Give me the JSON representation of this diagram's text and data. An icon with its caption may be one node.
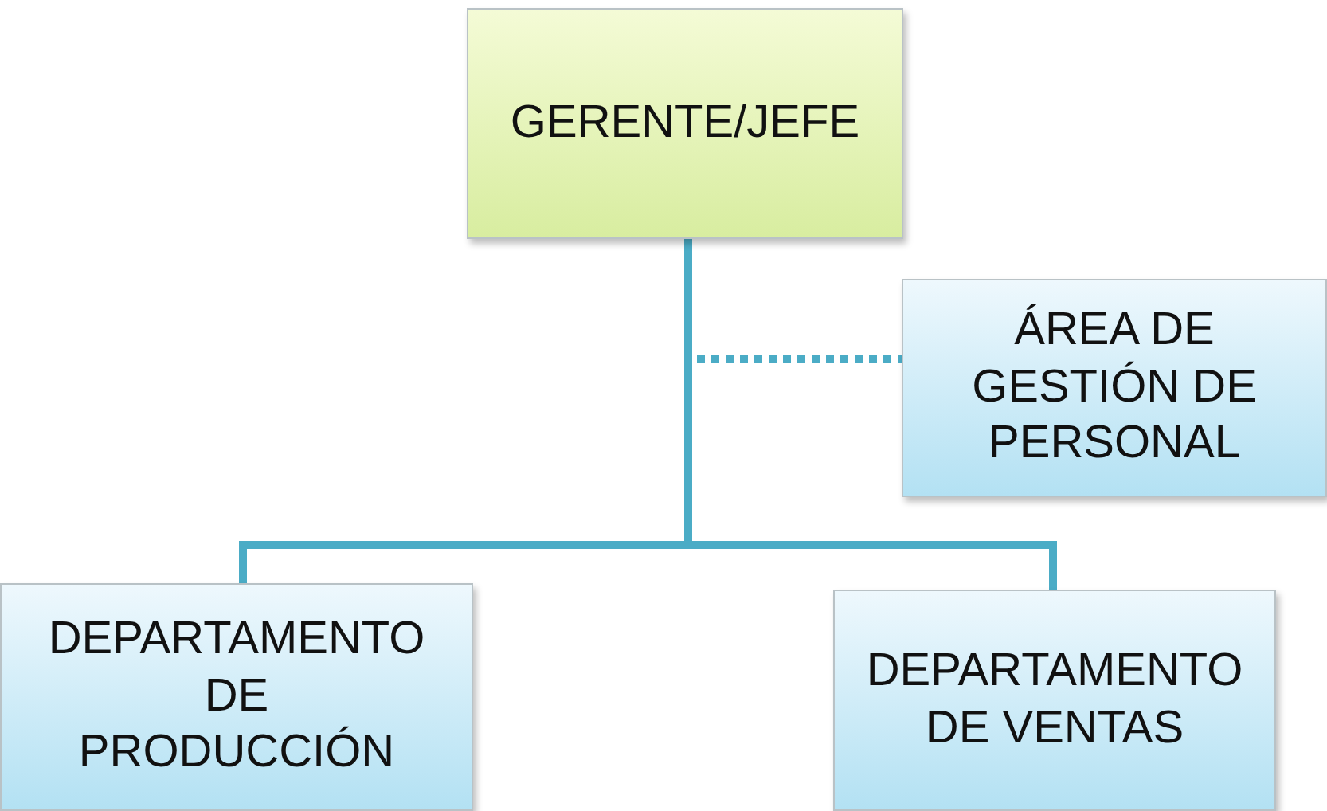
{
  "diagram": {
    "nodes": [
      {
        "text": [
          "GERENTE/JEFE"
        ]
      },
      {
        "text": [
          "ÁREA DE GESTIÓN DE PERSONAL"
        ]
      },
      {
        "text": [
          "DEPARTAMENTO DE PRODUCCIÓN"
        ]
      },
      {
        "text": [
          "DEPARTAMENTO DE VENTAS"
        ]
      }
    ],
    "edges": [
      {
        "from": 0,
        "to": 1,
        "arrow": "none",
        "style": "dashed"
      },
      {
        "from": 0,
        "to": 2,
        "arrow": "none"
      },
      {
        "from": 0,
        "to": 3,
        "arrow": "none"
      }
    ]
  }
}
